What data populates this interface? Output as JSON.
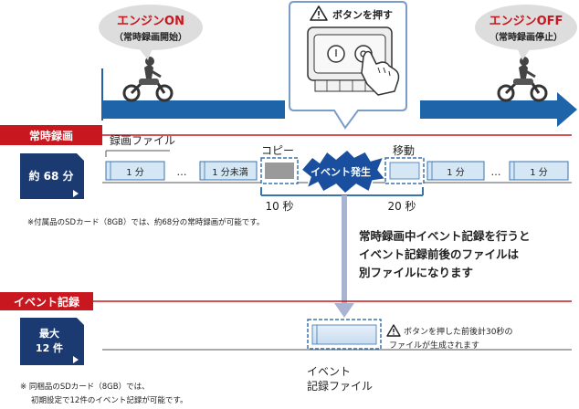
{
  "bubbles": {
    "engine_on": {
      "title": "エンジンON",
      "subtitle": "（常時録画開始）"
    },
    "engine_off": {
      "title": "エンジンOFF",
      "subtitle": "（常時録画停止）"
    },
    "press_button": "ボタンを押す"
  },
  "continuous": {
    "tab_label": "常時録画",
    "sd_label": "約 68 分",
    "file_group_label": "録画ファイル",
    "segment_label": "1 分",
    "partial_segment_label": "1 分未満",
    "ellipsis": "…",
    "copy_label": "コピー",
    "move_label": "移動",
    "event_occurred": "イベント発生",
    "before_seconds": "10 秒",
    "after_seconds": "20 秒",
    "note": "※付属品のSDカード（8GB）では、約68分の常時録画が可能です。"
  },
  "explanation": {
    "line1": "常時録画中イベント記録を行うと",
    "line2": "イベント記録前後のファイルは",
    "line3": "別ファイルになります"
  },
  "event": {
    "tab_label": "イベント記録",
    "sd_label_line1": "最大",
    "sd_label_line2": "12 件",
    "warning_line1": "ボタンを押した前後計30秒の",
    "warning_line2": "ファイルが生成されます",
    "file_label_line1": "イベント",
    "file_label_line2": "記録ファイル",
    "note_line1": "※ 同梱品のSDカード（8GB）では、",
    "note_line2": "初期設定で12件のイベント記録が可能です。"
  },
  "colors": {
    "timeline_blue": "#1e64a8",
    "tab_red": "#c8171e",
    "sd_navy": "#1b3a72",
    "file_fill": "#d5e6f5",
    "file_border": "#3a73ad",
    "arrow_gray": "#a8b4d2",
    "burst_blue": "#1a4fa0"
  }
}
